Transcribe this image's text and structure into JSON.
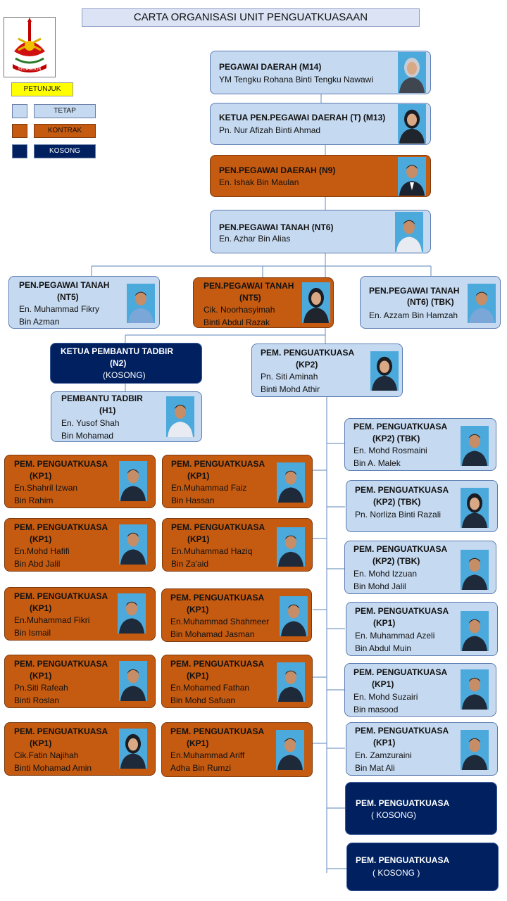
{
  "title": "CARTA ORGANISASI UNIT PENGUATKUASAAN",
  "logo": {
    "icon": "selangor-crest-icon",
    "text": "SELANGOR"
  },
  "legend": {
    "title": "PETUNJUK",
    "items": [
      {
        "label": "TETAP",
        "color": "#c5d9f0"
      },
      {
        "label": "KONTRAK",
        "color": "#c55a11"
      },
      {
        "label": "KOSONG",
        "color": "#002060"
      }
    ]
  },
  "colors": {
    "tetap": "#c5d9f0",
    "kontrak": "#c55a11",
    "kosong": "#002060",
    "line": "#7a9cc6",
    "photo_bg": "#4ba9dc"
  },
  "staff": {
    "m14": {
      "title": "PEGAWAI DAERAH (M14)",
      "name": "YM Tengku Rohana Binti Tengku Nawawi"
    },
    "m13": {
      "title": "KETUA PEN.PEGAWAI DAERAH (T) (M13)",
      "name": "Pn. Nur Afizah Binti Ahmad"
    },
    "n9": {
      "title": "PEN.PEGAWAI DAERAH (N9)",
      "name": "En. Ishak Bin Maulan"
    },
    "nt6": {
      "title": "PEN.PEGAWAI TANAH (NT6)",
      "name": "En. Azhar Bin Alias"
    },
    "nt5a": {
      "title1": "PEN.PEGAWAI TANAH",
      "title2": "(NT5)",
      "name1": "En. Muhammad Fikry",
      "name2": "Bin Azman"
    },
    "nt5b": {
      "title1": "PEN.PEGAWAI TANAH",
      "title2": "(NT5)",
      "name1": "Cik. Noorhasyimah",
      "name2": "Binti Abdul Razak"
    },
    "nt6tbk": {
      "title1": "PEN.PEGAWAI TANAH",
      "title2": "(NT6) (TBK)",
      "name1": "En. Azzam Bin Hamzah"
    },
    "n2": {
      "title1": "KETUA PEMBANTU TADBIR",
      "title2": "(N2)",
      "name1": "(KOSONG)"
    },
    "h1": {
      "title1": "PEMBANTU TADBIR",
      "title2": "(H1)",
      "name1": "En. Yusof Shah",
      "name2": "Bin Mohamad"
    },
    "kp2main": {
      "title1": "PEM. PENGUATKUASA",
      "title2": "(KP2)",
      "name1": "Pn. Siti Aminah",
      "name2": "Binti Mohd Athir"
    },
    "l1": {
      "title1": "PEM. PENGUATKUASA",
      "title2": "(KP1)",
      "name1": "En.Shahril Izwan",
      "name2": "Bin Rahim"
    },
    "l2": {
      "title1": "PEM. PENGUATKUASA",
      "title2": "(KP1)",
      "name1": "En.Mohd Hafifi",
      "name2": "Bin Abd Jalil"
    },
    "l3": {
      "title1": "PEM. PENGUATKUASA",
      "title2": "(KP1)",
      "name1": "En.Muhammad Fikri",
      "name2": "Bin Ismail"
    },
    "l4": {
      "title1": "PEM. PENGUATKUASA",
      "title2": "(KP1)",
      "name1": "Pn.Siti Rafeah",
      "name2": "Binti Roslan"
    },
    "l5": {
      "title1": "PEM. PENGUATKUASA",
      "title2": "(KP1)",
      "name1": "Cik.Fatin Najihah",
      "name2": "Binti Mohamad Amin"
    },
    "m1": {
      "title1": "PEM. PENGUATKUASA",
      "title2": "(KP1)",
      "name1": "En.Muhammad Faiz",
      "name2": "Bin Hassan"
    },
    "m2": {
      "title1": "PEM. PENGUATKUASA",
      "title2": "(KP1)",
      "name1": "En.Muhammad Haziq",
      "name2": "Bin Za'aid"
    },
    "m3": {
      "title1": "PEM. PENGUATKUASA",
      "title2": "(KP1)",
      "name1": "En.Muhammad Shahmeer",
      "name2": "Bin Mohamad Jasman"
    },
    "m4": {
      "title1": "PEM. PENGUATKUASA",
      "title2": "(KP1)",
      "name1": "En.Mohamed Fathan",
      "name2": "Bin  Mohd Safuan"
    },
    "m5": {
      "title1": "PEM. PENGUATKUASA",
      "title2": "(KP1)",
      "name1": "En.Muhammad Ariff",
      "name2": "Adha Bin Rumzi"
    },
    "r1": {
      "title1": "PEM. PENGUATKUASA",
      "title2": "(KP2) (TBK)",
      "name1": "En. Mohd Rosmaini",
      "name2": "Bin A. Malek"
    },
    "r2": {
      "title1": "PEM. PENGUATKUASA",
      "title2": "(KP2) (TBK)",
      "name1": "Pn. Norliza Binti Razali"
    },
    "r3": {
      "title1": "PEM. PENGUATKUASA",
      "title2": "(KP2) (TBK)",
      "name1": "En. Mohd Izzuan",
      "name2": "Bin Mohd Jalil"
    },
    "r4": {
      "title1": "PEM. PENGUATKUASA",
      "title2": "(KP1)",
      "name1": "En. Muhammad Azeli",
      "name2": "Bin Abdul Muin"
    },
    "r5": {
      "title1": "PEM. PENGUATKUASA",
      "title2": "(KP1)",
      "name1": "En. Mohd Suzairi",
      "name2": "Bin masood"
    },
    "r6": {
      "title1": "PEM. PENGUATKUASA",
      "title2": "(KP1)",
      "name1": "En. Zamzuraini",
      "name2": "Bin Mat  Ali"
    },
    "r7": {
      "title1": "PEM. PENGUATKUASA",
      "name1": "( KOSONG)"
    },
    "r8": {
      "title1": "PEM. PENGUATKUASA",
      "name1": "( KOSONG )"
    }
  }
}
